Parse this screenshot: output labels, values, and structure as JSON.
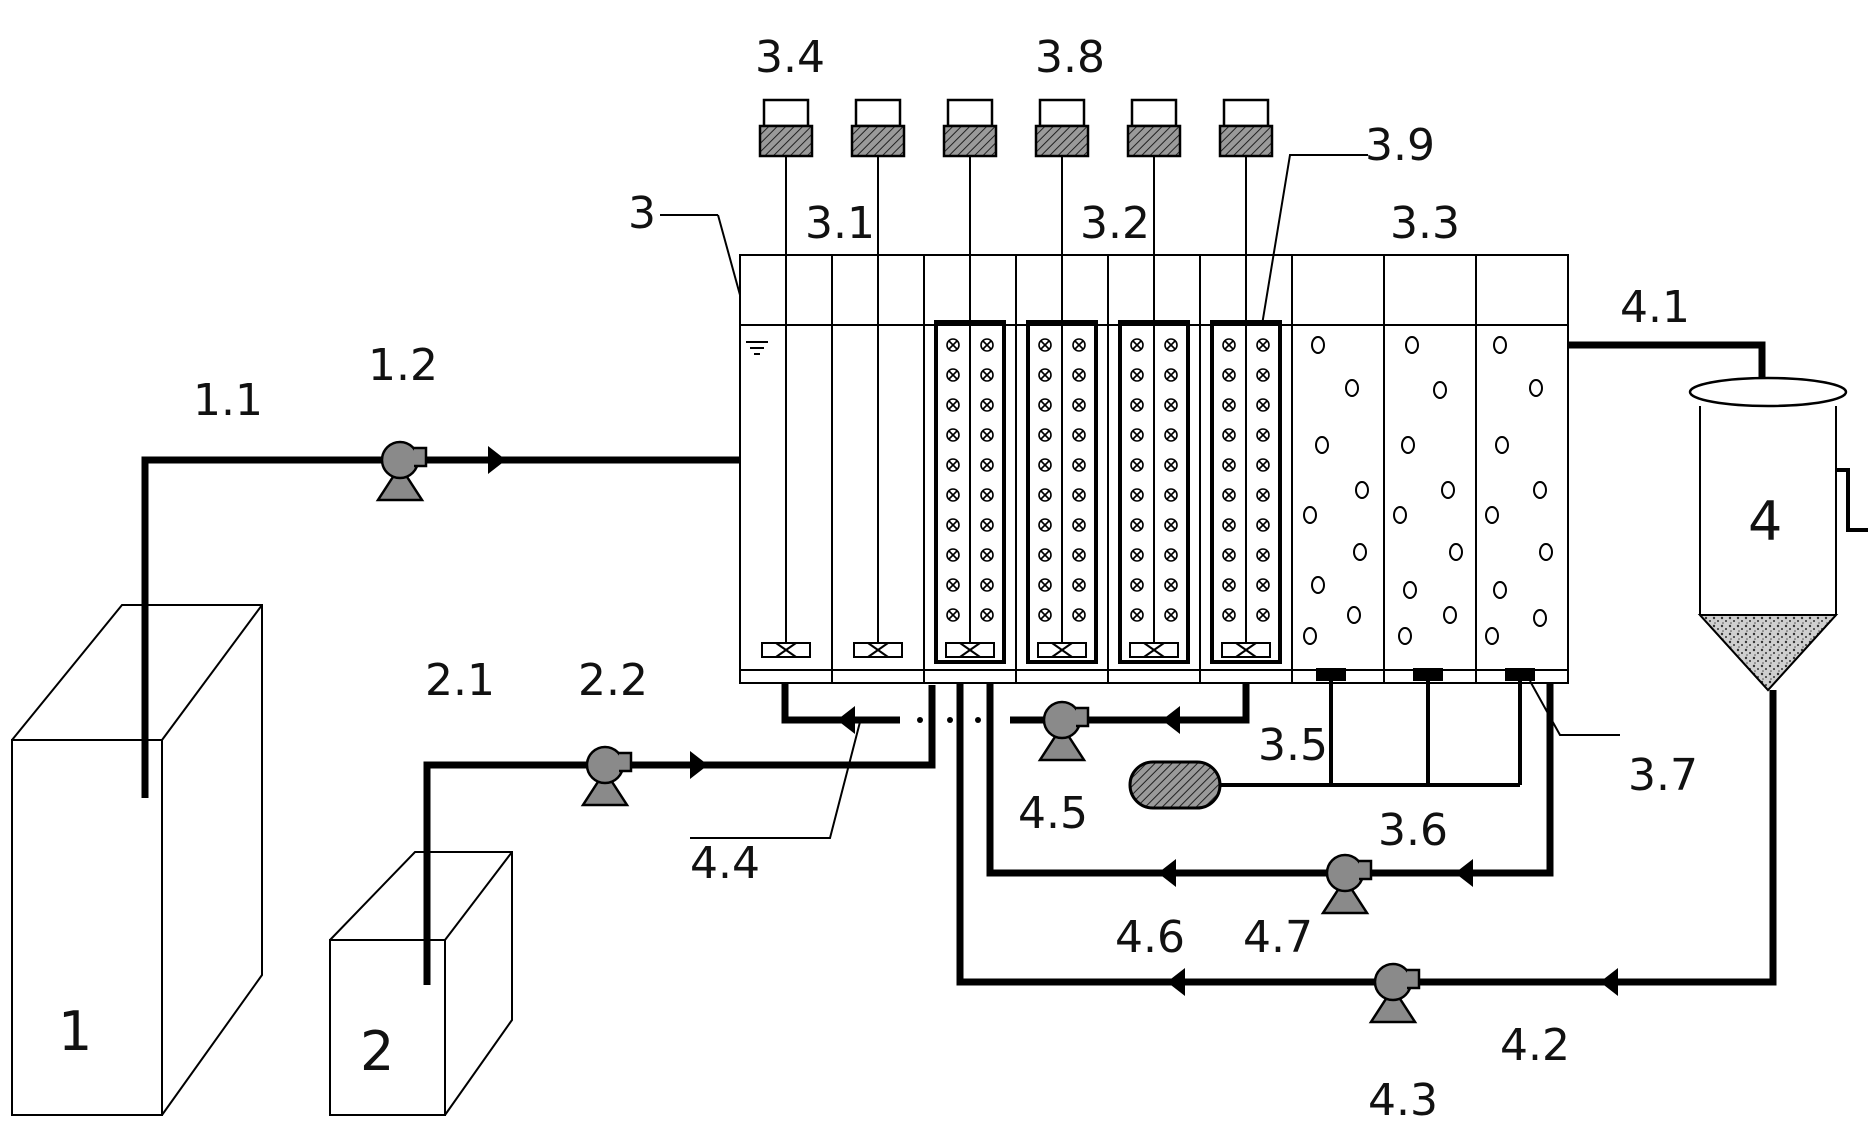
{
  "labels": {
    "l_1": "1",
    "l_1_1": "1.1",
    "l_1_2": "1.2",
    "l_2": "2",
    "l_2_1": "2.1",
    "l_2_2": "2.2",
    "l_3": "3",
    "l_3_1": "3.1",
    "l_3_2": "3.2",
    "l_3_3": "3.3",
    "l_3_4": "3.4",
    "l_3_5": "3.5",
    "l_3_6": "3.6",
    "l_3_7": "3.7",
    "l_3_8": "3.8",
    "l_3_9": "3.9",
    "l_4": "4",
    "l_4_1": "4.1",
    "l_4_2": "4.2",
    "l_4_3": "4.3",
    "l_4_4": "4.4",
    "l_4_5": "4.5",
    "l_4_6": "4.6",
    "l_4_7": "4.7"
  },
  "colors": {
    "line": "#000000",
    "pump_fill": "#8a8a8a",
    "sludge": "#bdbdbd"
  }
}
